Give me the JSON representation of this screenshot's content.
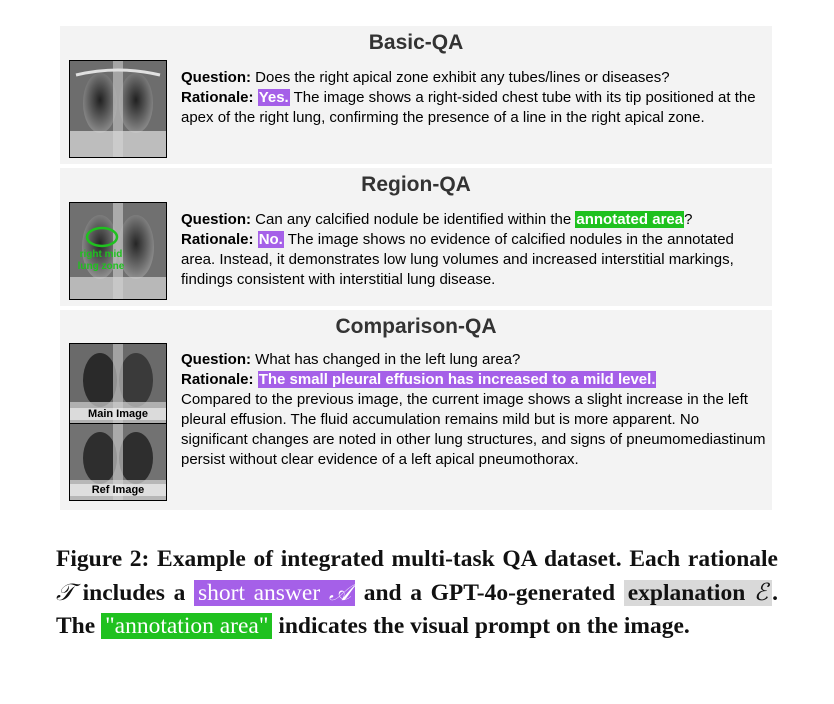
{
  "panels": {
    "basic": {
      "title": "Basic-QA",
      "question_label": "Question:",
      "question": "Does the right apical zone exhibit any tubes/lines or diseases?",
      "rationale_label": "Rationale:",
      "answer": "Yes.",
      "explanation": "The image shows a right-sided chest tube with its tip positioned at the apex of the right lung, confirming the presence of a line in the right apical zone."
    },
    "region": {
      "title": "Region-QA",
      "question_label": "Question:",
      "question_pre": "Can any calcified nodule be identified within the",
      "question_highlight": "annotated area",
      "question_post": "?",
      "rationale_label": "Rationale:",
      "answer": "No.",
      "explanation": "The image shows no evidence of calcified nodules in the annotated area. Instead, it demonstrates low lung volumes and increased interstitial markings, findings consistent with interstitial lung disease.",
      "image_annotation": "right mid lung zone"
    },
    "comparison": {
      "title": "Comparison-QA",
      "question_label": "Question:",
      "question": "What has changed in the left lung area?",
      "rationale_label": "Rationale:",
      "answer": "The small pleural effusion has increased to a mild level.",
      "explanation": "Compared to the previous image, the current image shows a slight increase in the left pleural effusion. The fluid accumulation remains mild but is more apparent. No significant changes are noted in other lung structures, and signs of pneumomediastinum persist without clear evidence of a left apical pneumothorax.",
      "main_image_label": "Main Image",
      "ref_image_label": "Ref Image"
    }
  },
  "caption": {
    "part1": "Figure 2: Example of integrated multi-task QA dataset. Each rationale",
    "symbol_T": "𝒯",
    "part2": "includes a",
    "short_answer": "short answer",
    "symbol_A": "𝒜",
    "part3": "and a GPT-4o-generated",
    "explanation": "explanation",
    "symbol_E": "ℰ",
    "part4": ". The",
    "annotation_area": "\"annotation area\"",
    "part5": "indicates the visual prompt on the image."
  },
  "colors": {
    "answer_highlight": "#a560e8",
    "area_highlight": "#1fc11f",
    "explanation_highlight": "#d9d9d9",
    "panel_bg": "#f3f3f3"
  }
}
